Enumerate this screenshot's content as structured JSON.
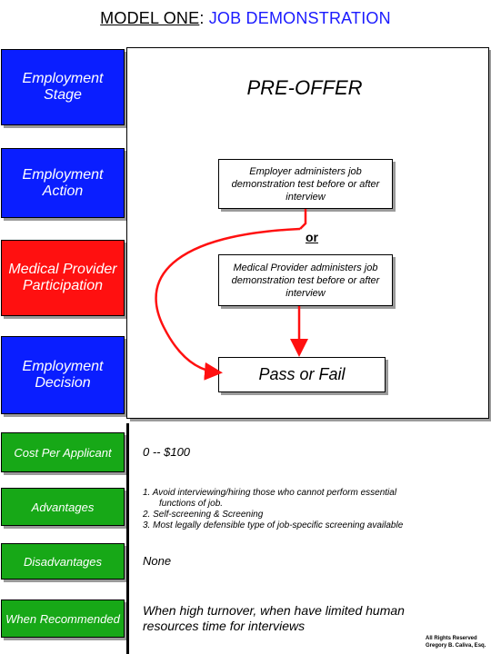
{
  "title": {
    "underlined": "MODEL ONE",
    "separator": ":",
    "rest": "JOB DEMONSTRATION"
  },
  "left_labels": {
    "employment_stage": "Employment Stage",
    "employment_action": "Employment Action",
    "medical_provider_participation": "Medical Provider Participation",
    "employment_decision": "Employment Decision",
    "cost_per_applicant": "Cost Per Applicant",
    "advantages": "Advantages",
    "disadvantages": "Disadvantages",
    "when_recommended": "When Recommended"
  },
  "flow": {
    "stage": "PRE-OFFER",
    "employer_box": "Employer administers job demonstration test before or after interview",
    "or": "or",
    "medical_box": "Medical Provider administers job demonstration test before or after interview",
    "decision": "Pass or Fail"
  },
  "details": {
    "cost": "0 -- $100",
    "advantages": [
      "1. Avoid interviewing/hiring those who cannot perform essential",
      "functions of job.",
      "2. Self-screening & Screening",
      "3. Most legally defensible type of job-specific screening available"
    ],
    "disadvantages": "None",
    "when_recommended": "When high turnover, when have limited human resources time for interviews"
  },
  "footer": {
    "line1": "All Rights Reserved",
    "line2": "Gregory B. Caliva, Esq."
  },
  "colors": {
    "blue": "#0a1eff",
    "red": "#ff1010",
    "green": "#17a817",
    "arrow_red": "#ff1010"
  }
}
